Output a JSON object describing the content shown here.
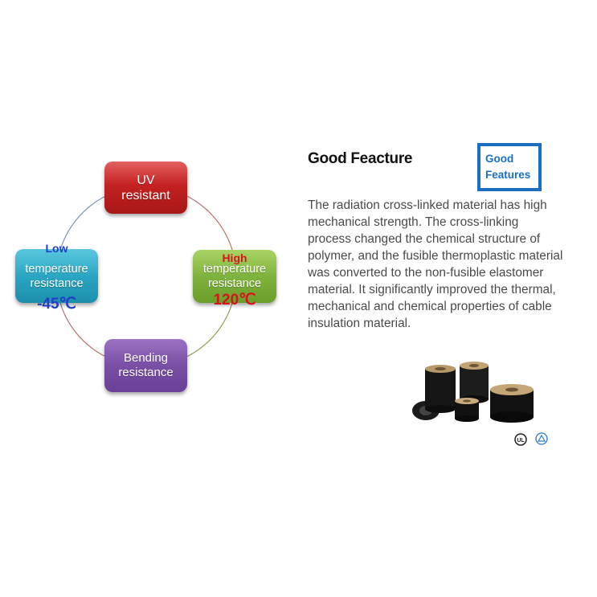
{
  "diagram": {
    "nodes": {
      "uv": {
        "label_line1": "UV",
        "label_line2": "resistant",
        "color": "#c42222"
      },
      "high": {
        "tag": "High",
        "label_line1": "temperature",
        "label_line2": "resistance",
        "temp": "120℃",
        "color": "#7fb33d",
        "tag_color": "#d8131d"
      },
      "low": {
        "tag": "Low",
        "label_line1": "temperature",
        "label_line2": "resistance",
        "temp": "-45℃",
        "color": "#2aa6c4",
        "tag_color": "#1f3fc4"
      },
      "bend": {
        "label_line1": "Bending",
        "label_line2": "resistance",
        "color": "#7a4fa6"
      }
    }
  },
  "feature": {
    "heading": "Good Feacture",
    "logo_line1": "Good",
    "logo_line2": "Features",
    "logo_color": "#1b6fc2",
    "description": "The radiation cross-linked material has high mechanical strength. The cross-linking process changed the chemical structure of polymer, and the fusible thermoplastic material was converted to the non-fusible elastomer material. It significantly improved the thermal, mechanical and chemical properties of cable insulation material."
  },
  "icons": {
    "product": "cable-reels-icon",
    "cert1": "ul-certification-icon",
    "cert2": "tuv-certification-icon"
  }
}
